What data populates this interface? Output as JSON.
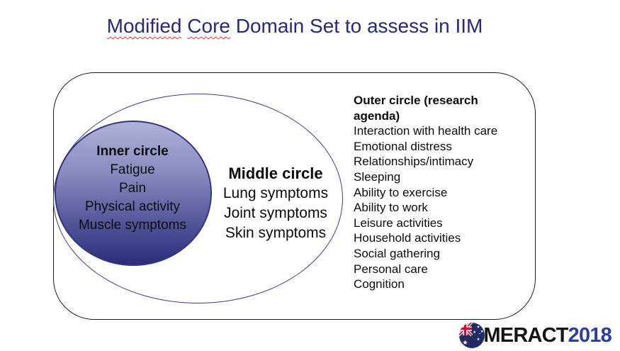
{
  "title": {
    "word1": "Modified",
    "word2": "Core",
    "rest": "Domain Set to assess in IIM",
    "color": "#252a7a",
    "spellcheck_underline_color": "#e0402a"
  },
  "venn": {
    "inner_circle": {
      "heading": "Inner circle",
      "items": [
        "Fatigue",
        "Pain",
        "Physical activity",
        "Muscle symptoms"
      ],
      "gradient_top": "#afb1d9",
      "gradient_bottom": "#2b2d7b",
      "border_color": "#34367e"
    },
    "middle_circle": {
      "heading": "Middle circle",
      "items": [
        "Lung symptoms",
        "Joint symptoms",
        "Skin symptoms"
      ],
      "stroke_color": "#3c3d8e"
    },
    "outer_circle": {
      "heading": "Outer circle (research agenda)",
      "items": [
        "Interaction with health care",
        "Emotional distress",
        "Relationships/intimacy",
        "Sleeping",
        "Ability to exercise",
        "Ability to work",
        "Leisure activities",
        "Household activities",
        "Social gathering",
        "Personal care",
        "Cognition"
      ],
      "stroke_color": "#1c1c1c"
    }
  },
  "logo": {
    "text": "MERACT",
    "year": "2018",
    "year_color": "#2b3f9e",
    "flag_icon": "australian-flag-icon"
  }
}
